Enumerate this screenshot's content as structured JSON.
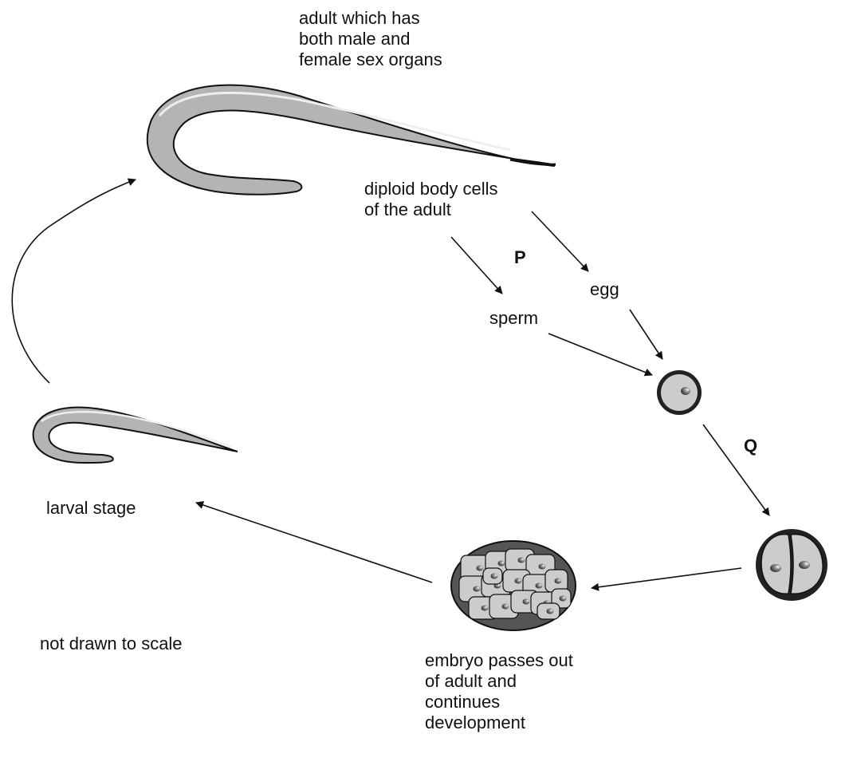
{
  "labels": {
    "adult": [
      "adult which has",
      "both male and",
      "female sex organs"
    ],
    "diploid": [
      "diploid body cells",
      "of the adult"
    ],
    "p": "P",
    "q": "Q",
    "egg": "egg",
    "sperm": "sperm",
    "larval": "larval stage",
    "embryo": [
      "embryo passes out",
      "of adult and",
      "continues",
      "development"
    ],
    "scale_note": "not drawn to scale"
  },
  "colors": {
    "body_fill": "#b4b4b4",
    "cell_fill": "#cccccc",
    "cell_outline": "#111111",
    "embryo_dark": "#555555",
    "nucleus": "#444444"
  }
}
